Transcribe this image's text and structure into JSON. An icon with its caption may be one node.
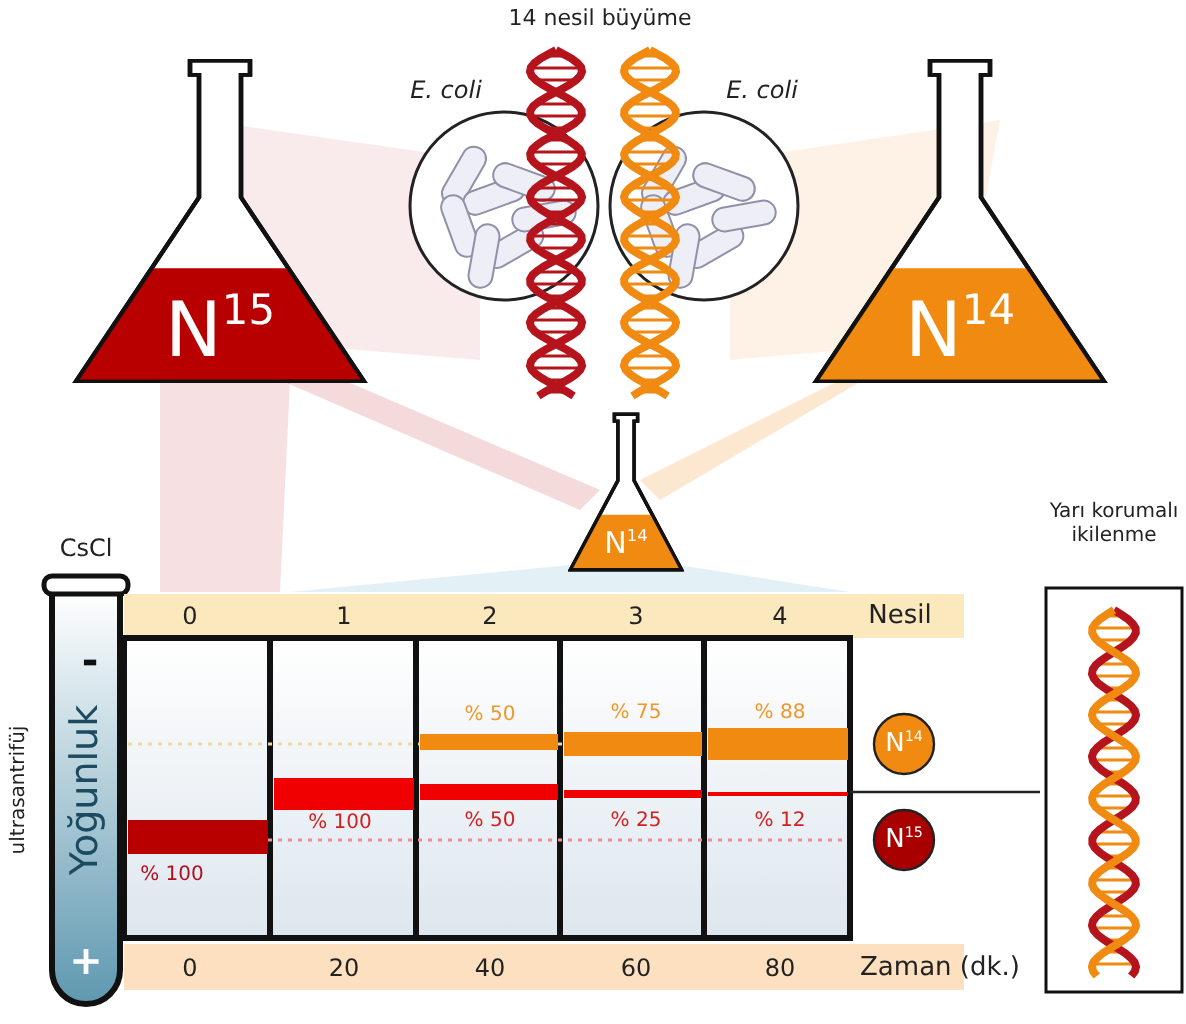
{
  "diagram": {
    "nodes": [
      {
        "text": [
          "N$^{15}$"
        ]
      },
      {
        "text": [
          "N$^{14}$"
        ]
      },
      {
        "text": [
          "N$^{14}$"
        ]
      },
      {
        "text": [
          "N$^{14}$"
        ]
      },
      {
        "text": [
          "N$^{15}$"
        ]
      }
    ],
    "labels": [
      "14 nesil büyüme",
      "E. coli",
      "E. coli",
      "CsCl",
      "Yarı korumalı ikilenme",
      "0",
      "1",
      "2",
      "3",
      "4",
      "Nesil",
      "-",
      "% 50",
      "% 75",
      "% 88",
      "ultrasantrifüj",
      "Yoğunluk",
      "% 100",
      "% 50",
      "% 25",
      "% 12",
      "% 100",
      "+",
      "0",
      "20",
      "40",
      "60",
      "80",
      "Zaman (dk.)"
    ]
  }
}
